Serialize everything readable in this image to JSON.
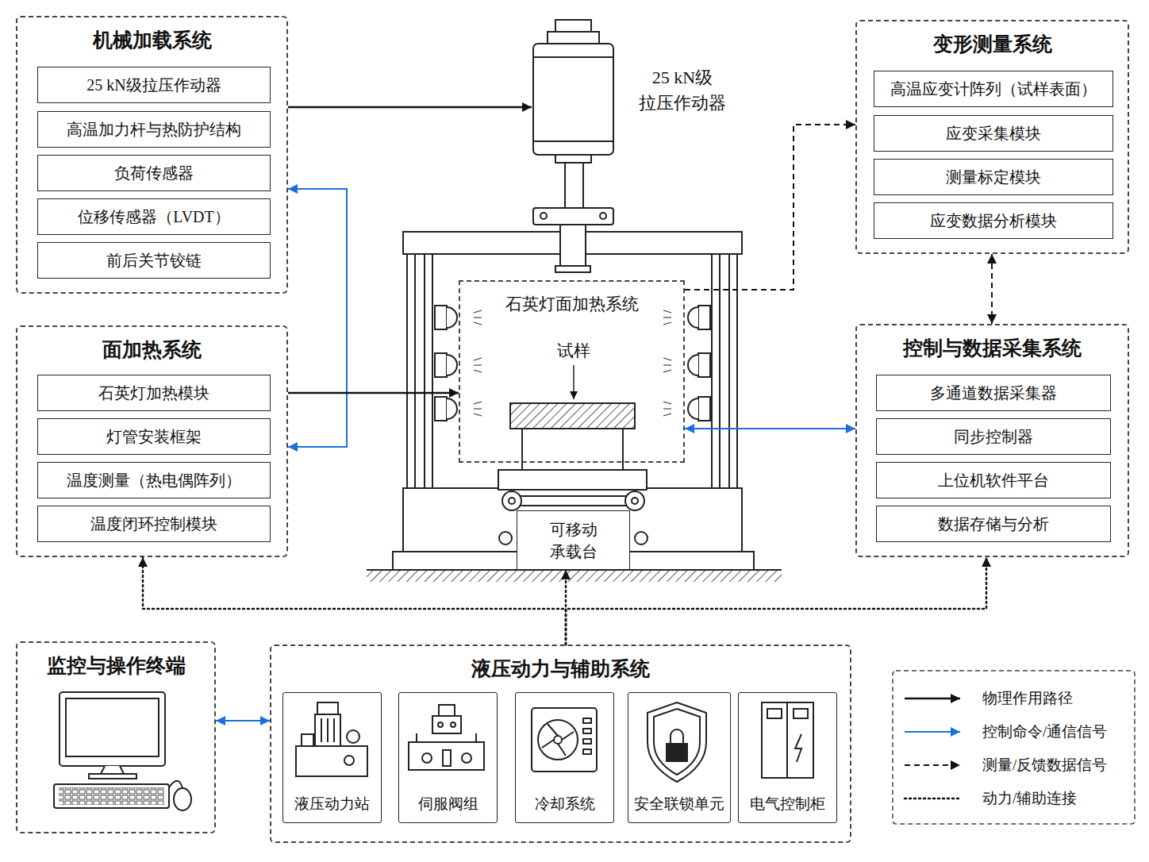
{
  "diagram": {
    "nodes": [
      {
        "text": [
          "机械加载系统"
        ]
      },
      {
        "text": [
          "25 kN级拉压作动器"
        ],
        "in": 0
      },
      {
        "text": [
          "高温加力杆与热防护结构"
        ],
        "in": 0
      },
      {
        "text": [
          "负荷传感器"
        ],
        "in": 0
      },
      {
        "text": [
          "位移传感器（LVDT）"
        ],
        "in": 0
      },
      {
        "text": [
          "前后关节铰链"
        ],
        "in": 0
      },
      {
        "text": [
          "变形测量系统"
        ]
      },
      {
        "text": [
          "高温应变计阵列（试样表面）"
        ],
        "in": 6
      },
      {
        "text": [
          "应变采集模块"
        ],
        "in": 6
      },
      {
        "text": [
          "测量标定模块"
        ],
        "in": 6
      },
      {
        "text": [
          "应变数据分析模块"
        ],
        "in": 6
      },
      {
        "text": [
          "25 kN级 拉压作动器"
        ]
      },
      {
        "text": [
          "石英灯面加热系统"
        ]
      },
      {
        "text": [
          "面加热系统"
        ]
      },
      {
        "text": [
          "石英灯加热模块"
        ],
        "in": 13
      },
      {
        "text": [
          "灯管安装框架"
        ],
        "in": 13
      },
      {
        "text": [
          "温度测量（热电偶阵列）"
        ],
        "in": 13
      },
      {
        "text": [
          "温度闭环控制模块"
        ],
        "in": 13
      },
      {
        "text": [
          "可移动 承载台"
        ]
      },
      {
        "text": [
          "控制与数据采集系统"
        ]
      },
      {
        "text": [
          "多通道数据采集器"
        ],
        "in": 19
      },
      {
        "text": [
          "同步控制器"
        ],
        "in": 19
      },
      {
        "text": [
          "上位机软件平台"
        ],
        "in": 19
      },
      {
        "text": [
          "数据存储与分析"
        ],
        "in": 19
      },
      {
        "text": [
          "监控与操作终端"
        ]
      },
      {
        "text": [
          "液压动力与辅助系统"
        ]
      },
      {
        "text": [
          "液压动力站"
        ],
        "in": 25
      },
      {
        "text": [
          "伺服阀组"
        ],
        "in": 25
      },
      {
        "text": [
          "冷却系统"
        ],
        "in": 25
      },
      {
        "text": [
          "安全联锁单元"
        ],
        "in": 25
      },
      {
        "text": [
          "电气控制柜"
        ],
        "in": 25
      }
    ],
    "edges": [
      {
        "from": 0,
        "to": 11,
        "arrow": "to"
      },
      {
        "from": 0,
        "to": 13,
        "arrow": "both"
      },
      {
        "from": 13,
        "to": 12,
        "arrow": "to"
      },
      {
        "from": 12,
        "to": 6,
        "arrow": "to"
      },
      {
        "from": 6,
        "to": 19,
        "arrow": "both"
      },
      {
        "from": 19,
        "to": 12,
        "arrow": "both"
      },
      {
        "from": 25,
        "to": 13,
        "arrow": "to"
      },
      {
        "from": 25,
        "to": 18,
        "arrow": "to"
      },
      {
        "from": 25,
        "to": 19,
        "arrow": "to"
      },
      {
        "from": 24,
        "to": 25,
        "arrow": "both"
      }
    ],
    "labels": [
      "试样"
    ],
    "legend": [
      {
        "text": "物理作用路径"
      },
      {
        "text": "控制命令/通信信号"
      },
      {
        "text": "测量/反馈数据信号"
      },
      {
        "text": "动力/辅助连接"
      }
    ]
  }
}
